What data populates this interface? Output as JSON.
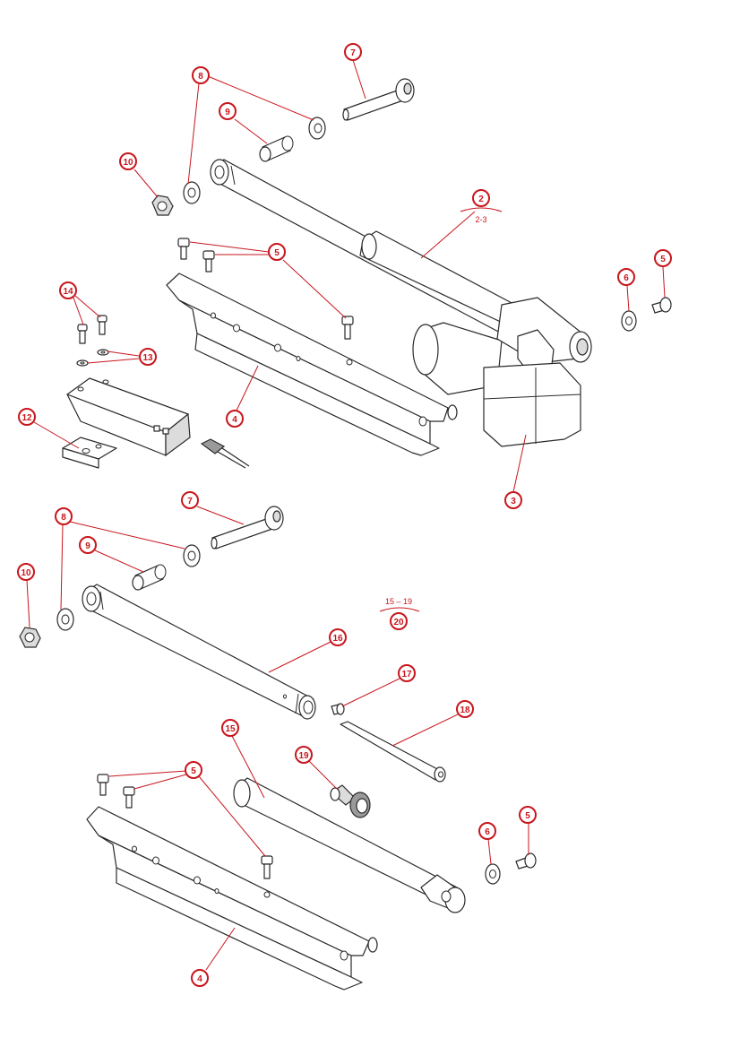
{
  "callouts": {
    "c7_top": "7",
    "c8_top": "8",
    "c9_top": "9",
    "c10_top": "10",
    "c2": "2",
    "c2_sub": "2-3",
    "c5_top_mid": "5",
    "c5_top_right": "5",
    "c6_top": "6",
    "c14": "14",
    "c13": "13",
    "c12": "12",
    "c4_top": "4",
    "c3": "3",
    "c7_bot": "7",
    "c8_bot": "8",
    "c9_bot": "9",
    "c10_bot": "10",
    "c20": "20",
    "c20_sub": "15 – 19",
    "c16": "16",
    "c17": "17",
    "c18": "18",
    "c15": "15",
    "c19": "19",
    "c5_bot_mid": "5",
    "c5_bot_right": "5",
    "c6_bot": "6",
    "c4_bot": "4"
  },
  "colors": {
    "callout": "#c8161d",
    "line": "#2a2a2a"
  }
}
